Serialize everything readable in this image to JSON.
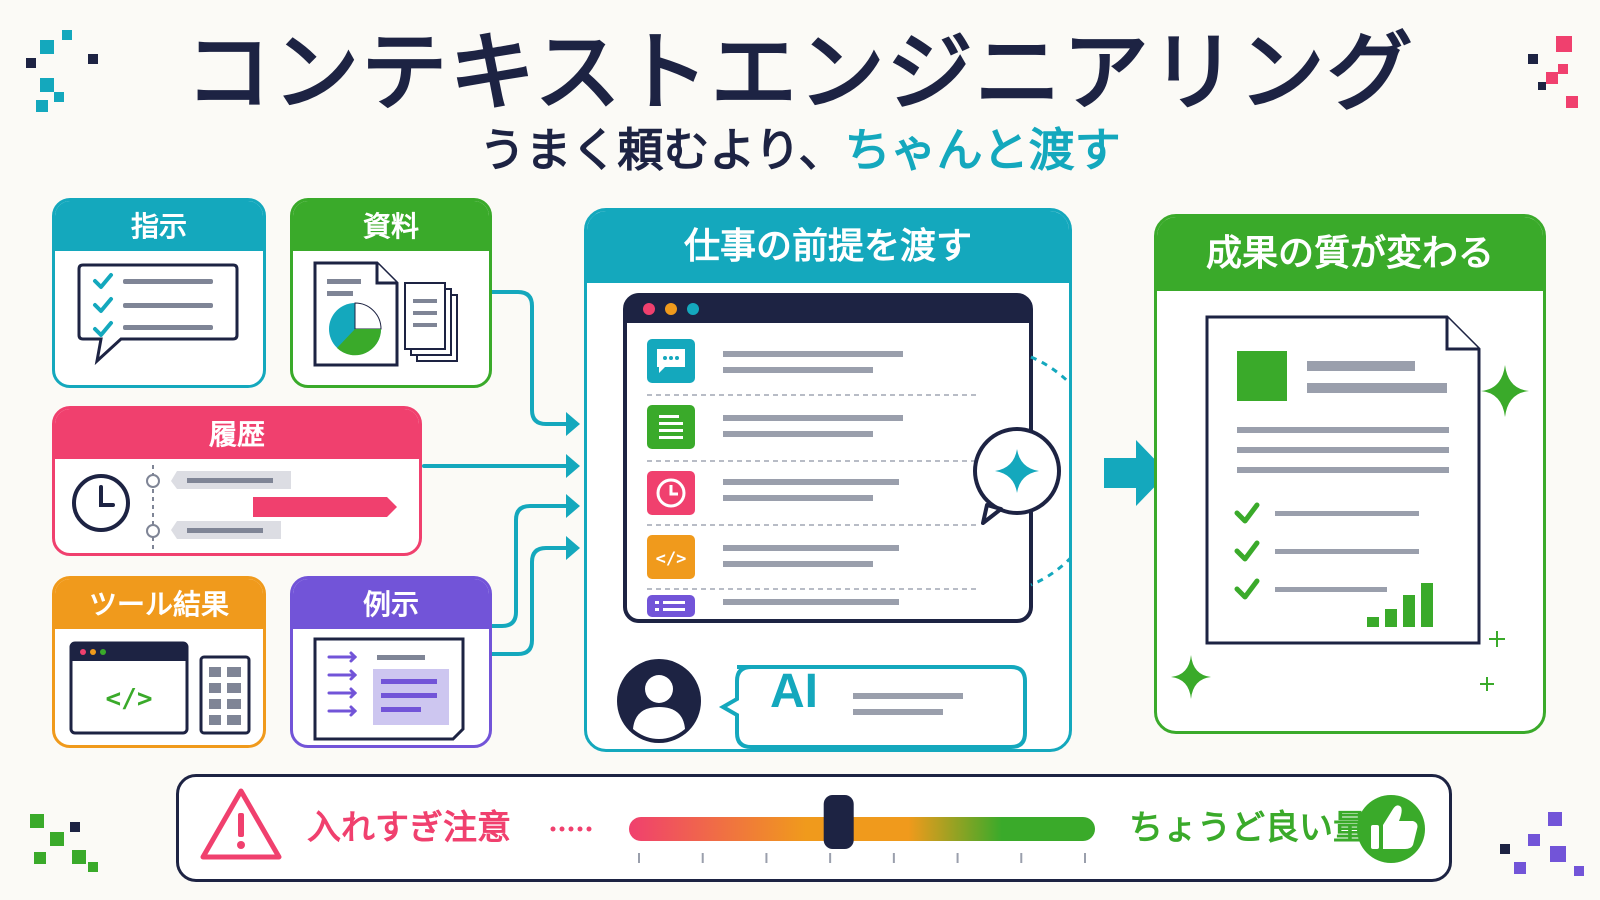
{
  "header": {
    "title": "コンテキストエンジニアリング",
    "subtitle_main": "うまく頼むより、",
    "subtitle_accent": "ちゃんと渡す"
  },
  "inputs": {
    "instruction": "指示",
    "materials": "資料",
    "history": "履歴",
    "tool_results": "ツール結果",
    "examples": "例示"
  },
  "center": {
    "title": "仕事の前提を渡す",
    "ai_label": "AI"
  },
  "result": {
    "title": "成果の質が変わる"
  },
  "balance": {
    "warning_label": "入れすぎ注意",
    "good_label": "ちょうど良い量",
    "slider_level": 0.45
  },
  "colors": {
    "navy": "#1d2343",
    "teal": "#14a8bd",
    "green": "#3aaa2a",
    "pink": "#f0406e",
    "orange": "#f09a1c",
    "purple": "#7254d8"
  },
  "icons": [
    "checklist-icon",
    "document-chart-icon",
    "clock-icon",
    "code-window-icon",
    "example-doc-icon",
    "chat-icon",
    "doc-icon",
    "code-icon",
    "list-icon",
    "sparkle-icon",
    "user-avatar-icon",
    "warning-icon",
    "thumbs-up-icon",
    "arrow-right-icon"
  ]
}
